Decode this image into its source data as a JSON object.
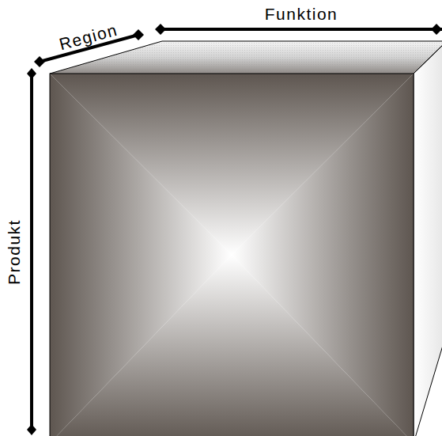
{
  "diagram": {
    "labels": [
      "Region",
      "Funktion",
      "Produkt"
    ]
  }
}
